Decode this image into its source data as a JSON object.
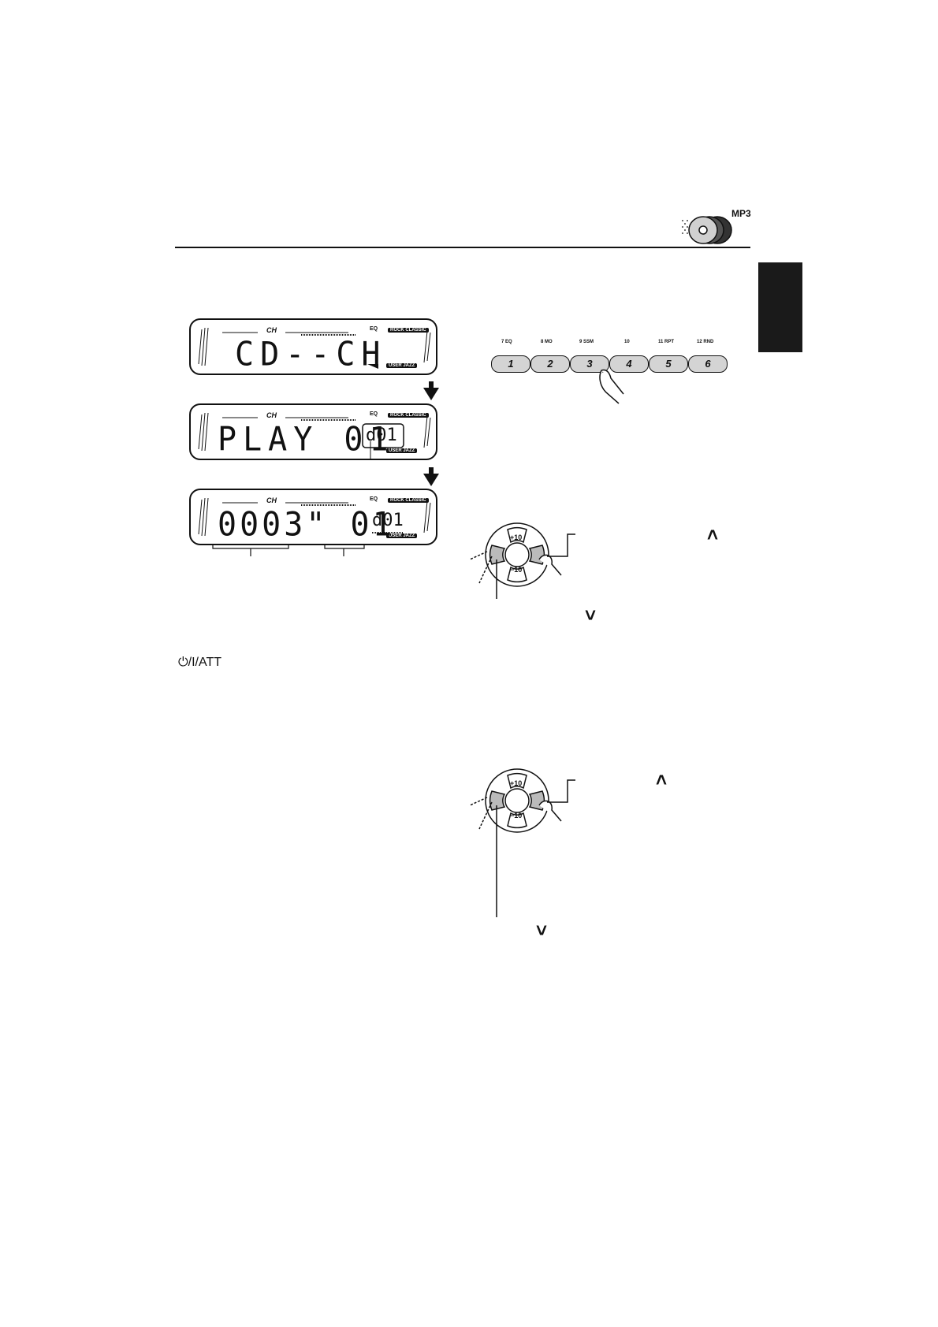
{
  "header": {
    "badge_text": "MP3"
  },
  "displays": [
    {
      "main_text": "CD--CH",
      "side_text": ""
    },
    {
      "main_text": "PLAY  01",
      "side_text": "d01"
    },
    {
      "main_text": "0003\"  01",
      "side_text": "d01"
    }
  ],
  "lcd_labels": {
    "ch": "CH",
    "eq": "EQ",
    "rock_classic": "ROCK CLASSIC",
    "user_jazz": "USER JAZZ"
  },
  "preset_labels": [
    "7  EQ",
    "8  MO",
    "9  SSM",
    "10",
    "11  RPT",
    "12  RND"
  ],
  "preset_buttons": [
    "1",
    "2",
    "3",
    "4",
    "5",
    "6"
  ],
  "dial": {
    "up_label": "+10",
    "down_label": "−10"
  },
  "att_label": "⏻/I/ATT",
  "chevrons": {
    "up": "˄",
    "down": "˅"
  },
  "colors": {
    "ink": "#111111",
    "button_fill": "#d4d4d4"
  }
}
